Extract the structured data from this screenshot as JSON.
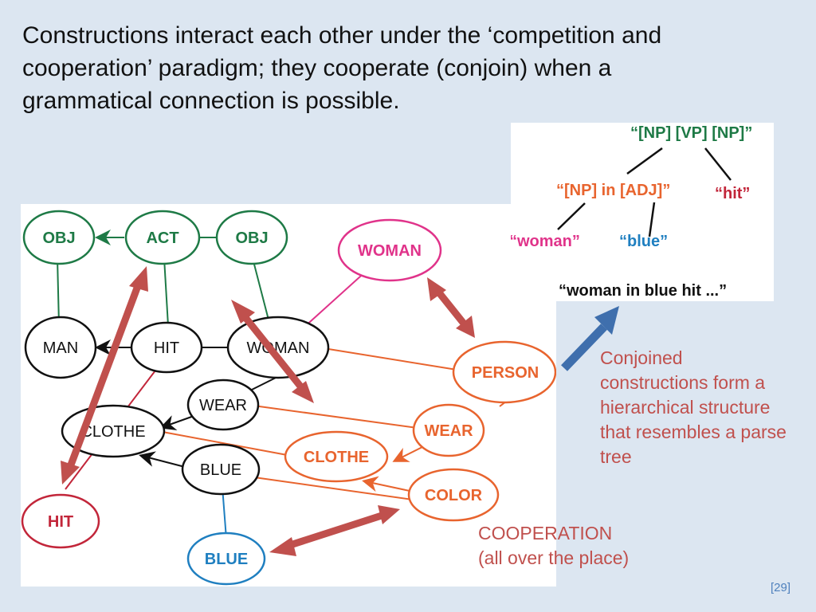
{
  "slide": {
    "title_lines": [
      "Constructions interact each other under the ‘competition and",
      "cooperation’ paradigm; they cooperate (conjoin) when a",
      "grammatical connection is possible."
    ],
    "note_lines": [
      "Conjoined",
      "constructions form a",
      "hierarchical structure",
      "that resembles a parse",
      "tree"
    ],
    "cooperation_lines": [
      "COOPERATION",
      "(all over the place)"
    ],
    "page_number": "[29]"
  },
  "colors": {
    "background": "#dce6f1",
    "green": "#1e7a46",
    "black": "#111111",
    "pink": "#e0338a",
    "orange": "#e8642e",
    "red": "#c0504d",
    "crimson": "#c2263a",
    "blue": "#1f7fc0",
    "arrow_blue": "#3f6fad"
  },
  "graph": {
    "nodes": [
      {
        "id": "obj1",
        "label": "OBJ",
        "color": "green"
      },
      {
        "id": "act",
        "label": "ACT",
        "color": "green"
      },
      {
        "id": "obj2",
        "label": "OBJ",
        "color": "green"
      },
      {
        "id": "man",
        "label": "MAN",
        "color": "black"
      },
      {
        "id": "hit",
        "label": "HIT",
        "color": "black"
      },
      {
        "id": "woman",
        "label": "WOMAN",
        "color": "black"
      },
      {
        "id": "wear",
        "label": "WEAR",
        "color": "black"
      },
      {
        "id": "clothe",
        "label": "CLOTHE",
        "color": "black"
      },
      {
        "id": "blue",
        "label": "BLUE",
        "color": "black"
      },
      {
        "id": "woman_pink",
        "label": "WOMAN",
        "color": "pink"
      },
      {
        "id": "person",
        "label": "PERSON",
        "color": "orange"
      },
      {
        "id": "wear_o",
        "label": "WEAR",
        "color": "orange"
      },
      {
        "id": "clothe_o",
        "label": "CLOTHE",
        "color": "orange"
      },
      {
        "id": "color_o",
        "label": "COLOR",
        "color": "orange"
      },
      {
        "id": "hit_red",
        "label": "HIT",
        "color": "crimson"
      },
      {
        "id": "blue_blue",
        "label": "BLUE",
        "color": "blue"
      }
    ]
  },
  "tree": {
    "root": "“[NP] [VP] [NP]”",
    "np_adj": "“[NP] in [ADJ]”",
    "hit": "“hit”",
    "woman": "“woman”",
    "blue": "“blue”",
    "sentence": "“woman in blue hit ...”"
  }
}
